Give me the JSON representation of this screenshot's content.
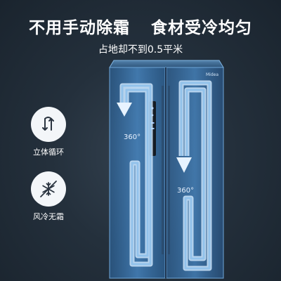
{
  "headline": {
    "left": "不用手动除霜",
    "right": "食材受冷均匀"
  },
  "subline": "占地却不到0.5平米",
  "features": [
    {
      "icon": "circulation-icon",
      "label": "立体循环"
    },
    {
      "icon": "snowflake-fan-icon",
      "label": "风冷无霜"
    }
  ],
  "fridge": {
    "brand": "Midea",
    "left_door_degree": "360°",
    "right_door_degree": "360°"
  },
  "colors": {
    "background": "#24303c",
    "airflow": "#9cc9ee",
    "glow": "#3f8fd8",
    "icon_accent": "#2a3440"
  }
}
